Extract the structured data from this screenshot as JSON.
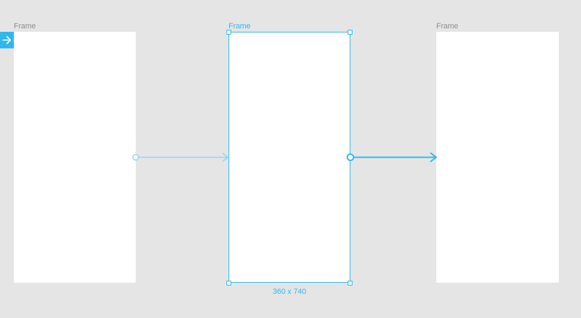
{
  "frames": [
    {
      "label": "Frame",
      "selected": false
    },
    {
      "label": "Frame",
      "selected": true
    },
    {
      "label": "Frame",
      "selected": false
    }
  ],
  "selection": {
    "dimensions": "360 x 740"
  },
  "colors": {
    "canvas": "#e5e5e5",
    "artboard": "#ffffff",
    "accent": "#31b7f0",
    "label": "#8d8d8d"
  },
  "icons": {
    "home_marker": "arrow-right-icon"
  }
}
